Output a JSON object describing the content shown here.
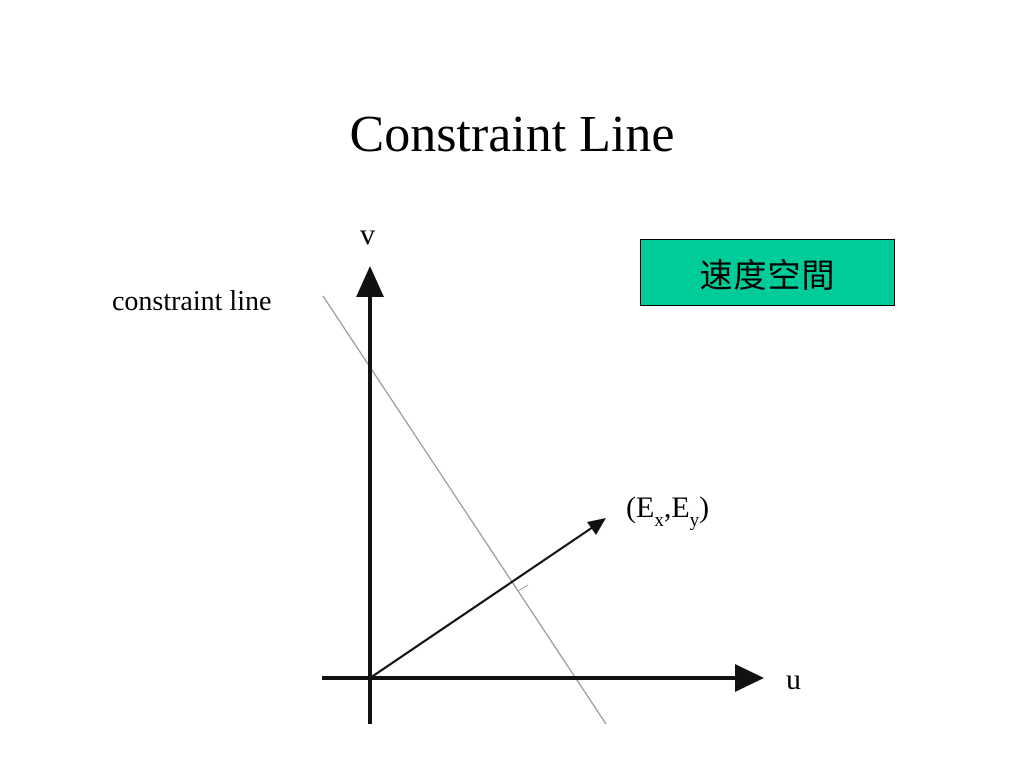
{
  "slide": {
    "title": "Constraint Line"
  },
  "diagram": {
    "v_axis_label": "v",
    "u_axis_label": "u",
    "constraint_line_label": "constraint line",
    "vector_label": {
      "open": "(",
      "e1": "E",
      "sub1": "x",
      "comma": ",",
      "e2": "E",
      "sub2": "y",
      "close": ")"
    },
    "badge_text": "速度空間",
    "colors": {
      "badge_fill": "#00cc99",
      "axes": "#111111",
      "constraint_line": "#999999"
    }
  }
}
